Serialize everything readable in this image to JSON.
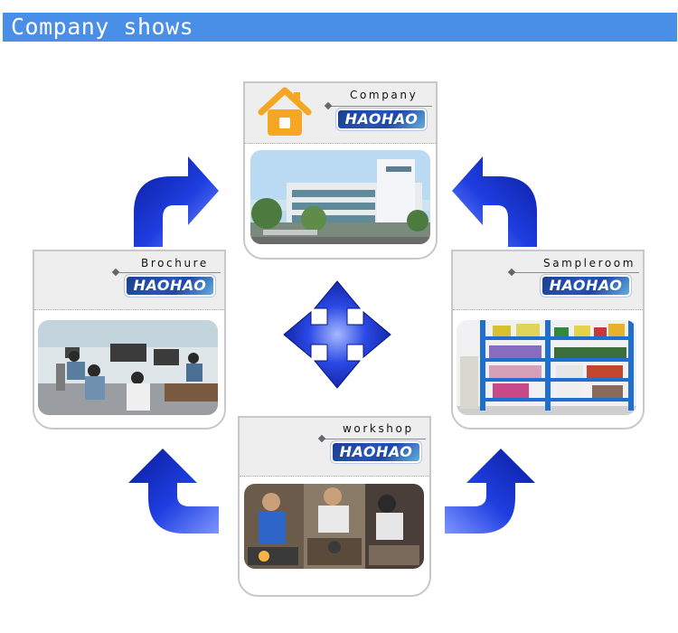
{
  "banner": {
    "title": "Company shows"
  },
  "logo_text": "HAOHAO",
  "cards": {
    "company": {
      "label": "Company"
    },
    "brochure": {
      "label": "Brochure"
    },
    "sampleroom": {
      "label": "Sampleroom"
    },
    "workshop": {
      "label": "workshop"
    }
  },
  "colors": {
    "banner": "#4a8fe7",
    "arrow_dark": "#0a1c9c",
    "arrow_light": "#6a86ff",
    "house": "#f5a623"
  }
}
